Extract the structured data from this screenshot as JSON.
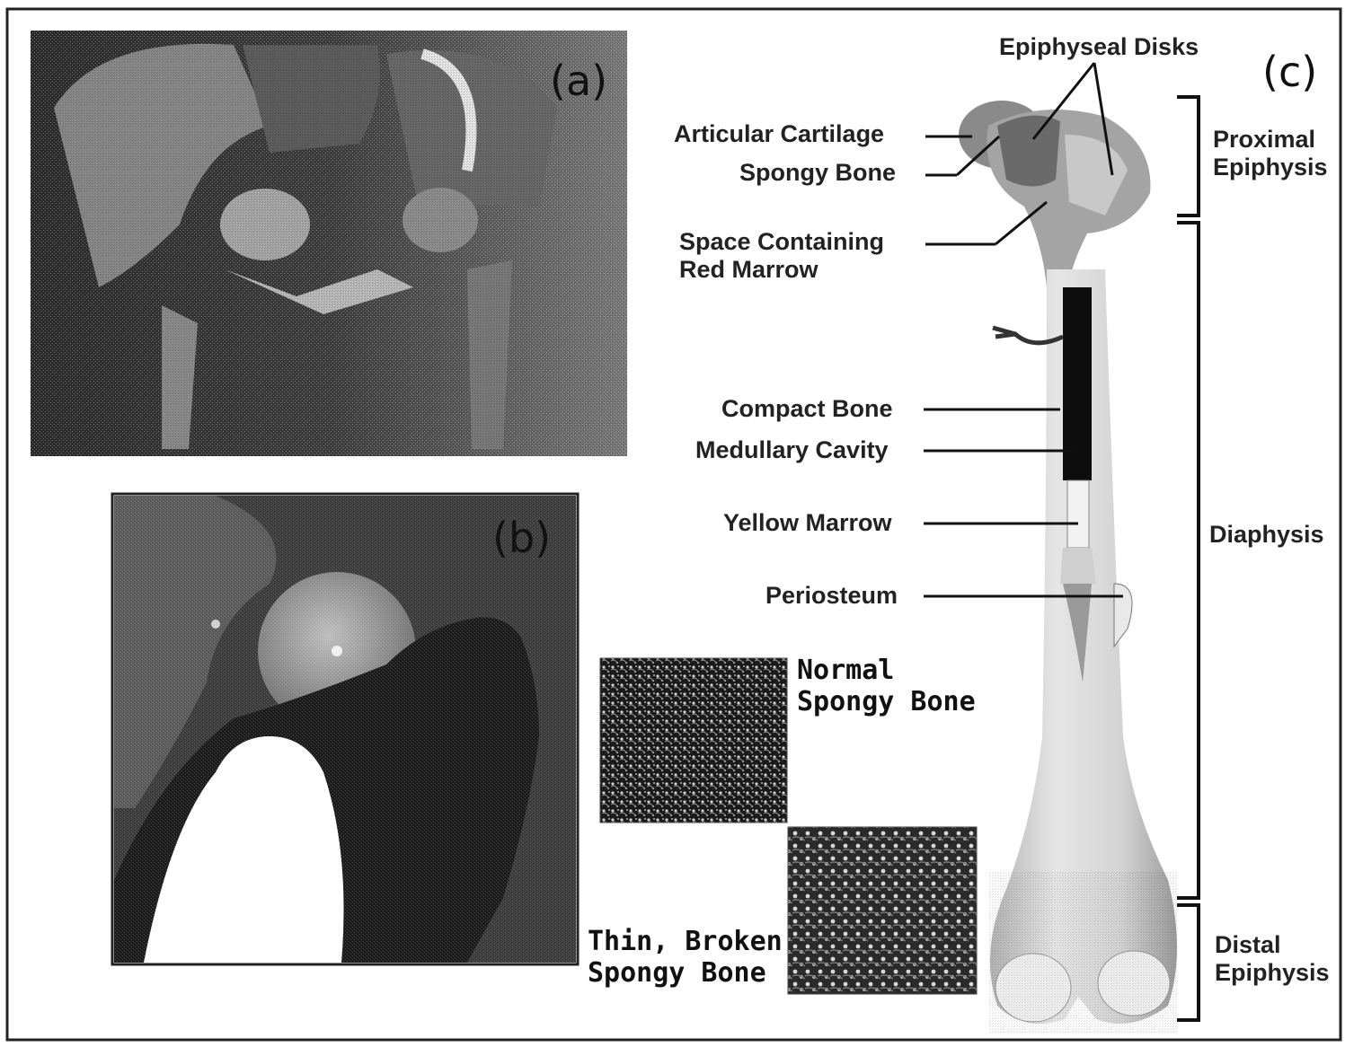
{
  "panels": {
    "a": "(a)",
    "b": "(b)",
    "c": "(c)"
  },
  "labels": {
    "epiphyseal_disks": "Epiphyseal Disks",
    "articular_cartilage": "Articular Cartilage",
    "spongy_bone": "Spongy Bone",
    "space_red_marrow": "Space Containing\nRed Marrow",
    "compact_bone": "Compact Bone",
    "medullary_cavity": "Medullary Cavity",
    "yellow_marrow": "Yellow Marrow",
    "periosteum": "Periosteum"
  },
  "regions": {
    "proximal_epiphysis": "Proximal\nEpiphysis",
    "diaphysis": "Diaphysis",
    "distal_epiphysis": "Distal\nEpiphysis"
  },
  "insets": {
    "normal": "Normal\nSpongy Bone",
    "broken": "Thin, Broken\nSpongy Bone"
  }
}
